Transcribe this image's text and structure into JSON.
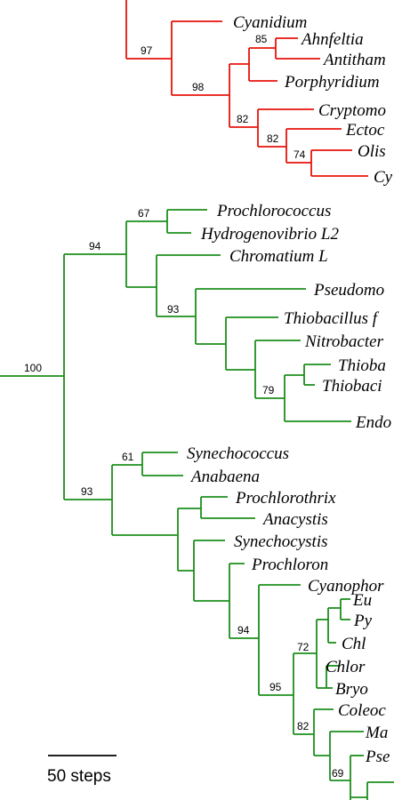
{
  "colors": {
    "red_clade": "#e8120c",
    "green_clade": "#1c8f1c",
    "text": "#000000",
    "scale_bar": "#000000"
  },
  "taxa": {
    "cyanidium": "Cyanidium",
    "ahnfeltia": "Ahnfeltia",
    "antithamnion": "Antitham",
    "porphyridium": "Porphyridium",
    "cryptomonas": "Cryptomo",
    "ectocarpus": "Ectoc",
    "olisthodiscus": "Olis",
    "cy_trunc": "Cy",
    "prochlorococcus": "Prochlorococcus",
    "hydrogenovibrio": "Hydrogenovibrio L2",
    "chromatium": "Chromatium L",
    "pseudomonas": "Pseudomo",
    "thiobacillus_f": "Thiobacillus f",
    "nitrobacter": "Nitrobacter",
    "thiobacillus_a": "Thioba",
    "thiobacillus_b": "Thiobaci",
    "endo": "Endo",
    "synechococcus": "Synechococcus",
    "anabaena": "Anabaena",
    "prochlorothrix": "Prochlorothrix",
    "anacystis": "Anacystis",
    "synechocystis": "Synechocystis",
    "prochloron": "Prochloron",
    "cyanophora": "Cyanophor",
    "eu": "Eu",
    "py": "Py",
    "chl_a": "Chl",
    "chlor": "Chlor",
    "bryo": "Bryo",
    "coleochaete": "Coleoc",
    "ma": "Ma",
    "pse": "Pse"
  },
  "bootstrap": {
    "b97": "97",
    "b85": "85",
    "b98": "98",
    "b82a": "82",
    "b82b": "82",
    "b74": "74",
    "b100": "100",
    "b94a": "94",
    "b67": "67",
    "b93a": "93",
    "b79": "79",
    "b93b": "93",
    "b61": "61",
    "b94b": "94",
    "b72": "72",
    "b95": "95",
    "b82c": "82",
    "b69": "69"
  },
  "scale_bar": {
    "label": "50 steps"
  }
}
